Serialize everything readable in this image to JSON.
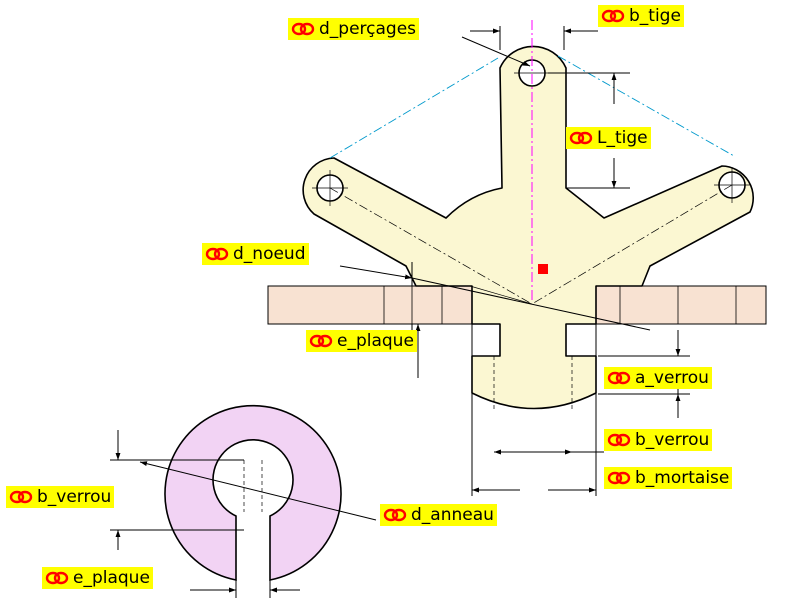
{
  "colors": {
    "part_fill": "#fbf7d2",
    "plate_fill": "#f8e2d2",
    "ring_fill": "#f2d3f4",
    "label_bg": "#ffff00",
    "link_icon": "#ff0000",
    "axis_line": "#ff00ff",
    "construction_line": "#0099cc",
    "centroid_marker": "#ff0000"
  },
  "link_icon": "chain-link-icon",
  "labels": {
    "d_percages": "d_perçages",
    "b_tige": "b_tige",
    "L_tige": "L_tige",
    "d_noeud": "d_noeud",
    "e_plaque_top": "e_plaque",
    "a_verrou": "a_verrou",
    "b_verrou_right": "b_verrou",
    "b_mortaise": "b_mortaise",
    "b_verrou_left": "b_verrou",
    "d_anneau": "d_anneau",
    "e_plaque_bottom": "e_plaque"
  }
}
